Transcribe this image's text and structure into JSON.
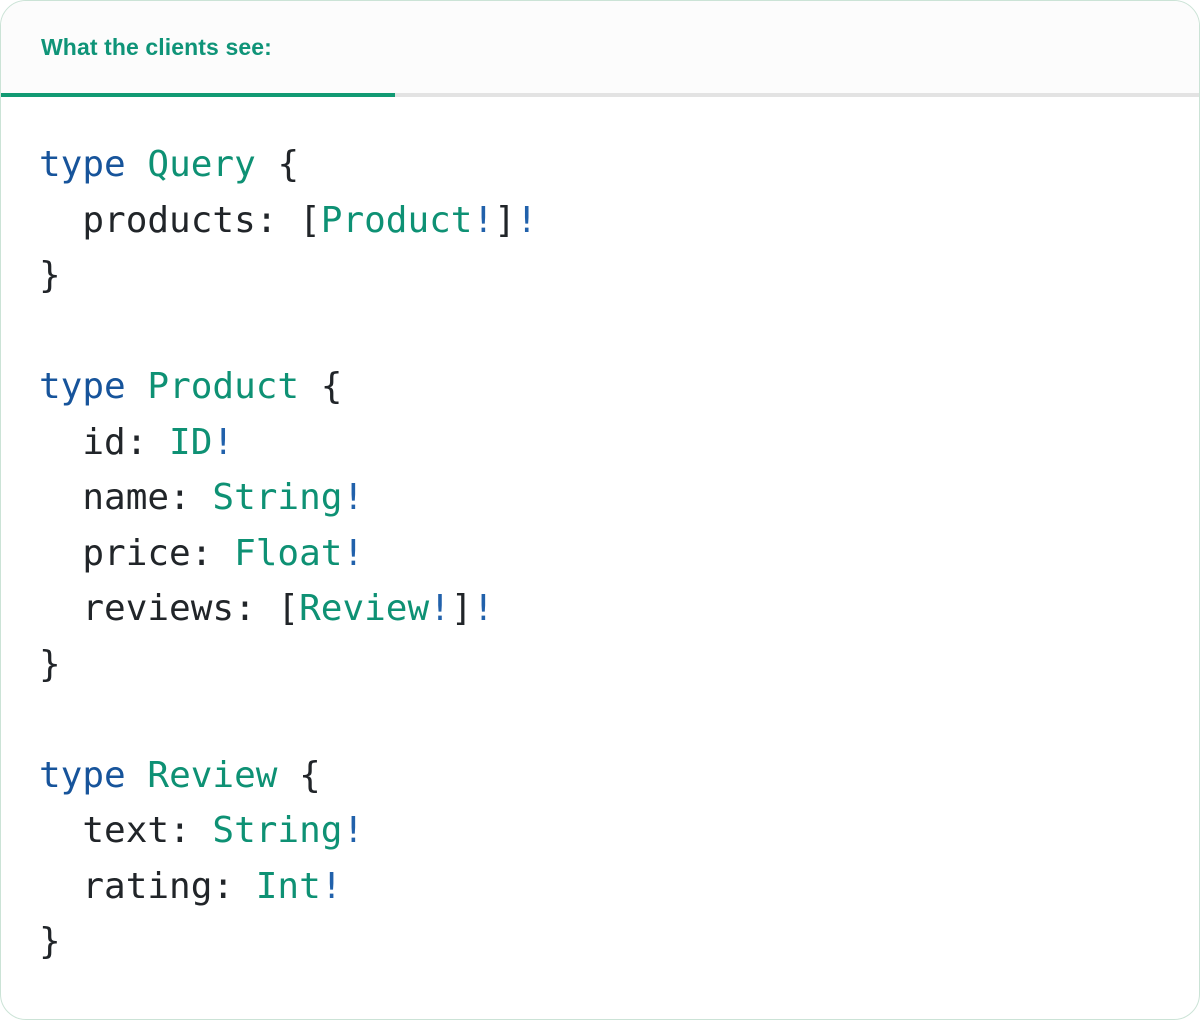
{
  "header": {
    "tab_label": "What the clients see:"
  },
  "colors": {
    "accent_teal": "#0f9478",
    "underline_teal": "#119a73",
    "underline_gray": "#e3e3e3",
    "header_bg": "#fcfcfc",
    "border_green": "#cbe3d6",
    "keyword_blue": "#17549b",
    "type_teal": "#0e9174",
    "operator_blue": "#2161ab",
    "text_dark": "#212529"
  },
  "code": {
    "lines": [
      [
        {
          "t": "kw",
          "v": "type"
        },
        {
          "t": "pl",
          "v": " "
        },
        {
          "t": "ty",
          "v": "Query"
        },
        {
          "t": "pl",
          "v": " {"
        }
      ],
      [
        {
          "t": "pl",
          "v": "  products: ["
        },
        {
          "t": "ty",
          "v": "Product"
        },
        {
          "t": "op",
          "v": "!"
        },
        {
          "t": "pl",
          "v": "]"
        },
        {
          "t": "op",
          "v": "!"
        }
      ],
      [
        {
          "t": "pl",
          "v": "}"
        }
      ],
      [],
      [
        {
          "t": "kw",
          "v": "type"
        },
        {
          "t": "pl",
          "v": " "
        },
        {
          "t": "ty",
          "v": "Product"
        },
        {
          "t": "pl",
          "v": " {"
        }
      ],
      [
        {
          "t": "pl",
          "v": "  id: "
        },
        {
          "t": "ty",
          "v": "ID"
        },
        {
          "t": "op",
          "v": "!"
        }
      ],
      [
        {
          "t": "pl",
          "v": "  name: "
        },
        {
          "t": "ty",
          "v": "String"
        },
        {
          "t": "op",
          "v": "!"
        }
      ],
      [
        {
          "t": "pl",
          "v": "  price: "
        },
        {
          "t": "ty",
          "v": "Float"
        },
        {
          "t": "op",
          "v": "!"
        }
      ],
      [
        {
          "t": "pl",
          "v": "  reviews: ["
        },
        {
          "t": "ty",
          "v": "Review"
        },
        {
          "t": "op",
          "v": "!"
        },
        {
          "t": "pl",
          "v": "]"
        },
        {
          "t": "op",
          "v": "!"
        }
      ],
      [
        {
          "t": "pl",
          "v": "}"
        }
      ],
      [],
      [
        {
          "t": "kw",
          "v": "type"
        },
        {
          "t": "pl",
          "v": " "
        },
        {
          "t": "ty",
          "v": "Review"
        },
        {
          "t": "pl",
          "v": " {"
        }
      ],
      [
        {
          "t": "pl",
          "v": "  text: "
        },
        {
          "t": "ty",
          "v": "String"
        },
        {
          "t": "op",
          "v": "!"
        }
      ],
      [
        {
          "t": "pl",
          "v": "  rating: "
        },
        {
          "t": "ty",
          "v": "Int"
        },
        {
          "t": "op",
          "v": "!"
        }
      ],
      [
        {
          "t": "pl",
          "v": "}"
        }
      ]
    ]
  }
}
